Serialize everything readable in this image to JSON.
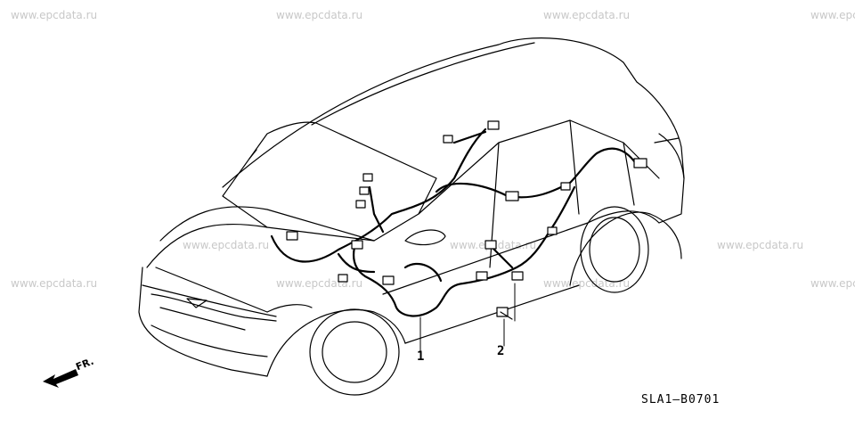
{
  "watermarks": {
    "w1": "www.epcdata.ru",
    "w2": "www.epcdata.ru",
    "w3": "www.epcdata.ru",
    "w4": "www.epc",
    "w5": "www.epcdata.ru",
    "w6": "www.epcdata.ru",
    "w7": "www.epcdata.ru",
    "w8": "www.epcdata.ru",
    "w9": "www.epc",
    "w10": "www.epcdata.ru",
    "w11": "www.epcdata.ru"
  },
  "callouts": {
    "part1": "1",
    "part2": "2"
  },
  "front_label": "FR.",
  "diagram_code": "SLA1—B0701"
}
